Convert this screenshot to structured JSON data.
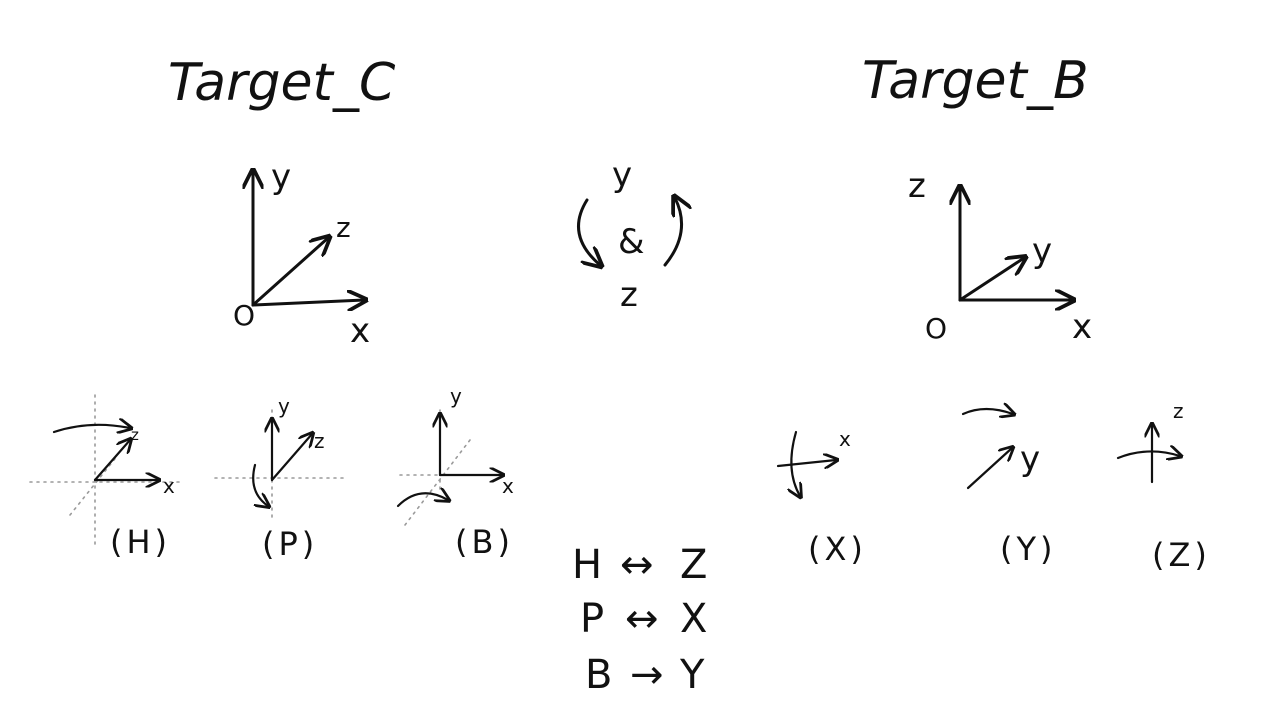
{
  "target_c": {
    "title": "Target_C",
    "axes": {
      "y": "y",
      "z": "z",
      "x": "x",
      "origin": "O"
    },
    "rotations": [
      {
        "caption": "(H)",
        "axis_labels": {
          "z": "z",
          "x": "x"
        }
      },
      {
        "caption": "(P)",
        "axis_labels": {
          "y": "y",
          "z": "z"
        }
      },
      {
        "caption": "(B)",
        "axis_labels": {
          "y": "y",
          "x": "x"
        }
      }
    ]
  },
  "swap": {
    "top": "y",
    "middle": "&",
    "bottom": "z"
  },
  "mapping": [
    {
      "from": "H",
      "arrow": "↔",
      "to": "Z"
    },
    {
      "from": "P",
      "arrow": "↔",
      "to": "X"
    },
    {
      "from": "B",
      "arrow": "→",
      "to": "Y"
    }
  ],
  "target_b": {
    "title": "Target_B",
    "axes": {
      "z": "z",
      "y": "y",
      "x": "x",
      "origin": "O"
    },
    "rotations": [
      {
        "caption": "(X)",
        "axis_label": "x"
      },
      {
        "caption": "(Y)",
        "axis_label": "y"
      },
      {
        "caption": "(Z)",
        "axis_label": "z"
      }
    ]
  }
}
